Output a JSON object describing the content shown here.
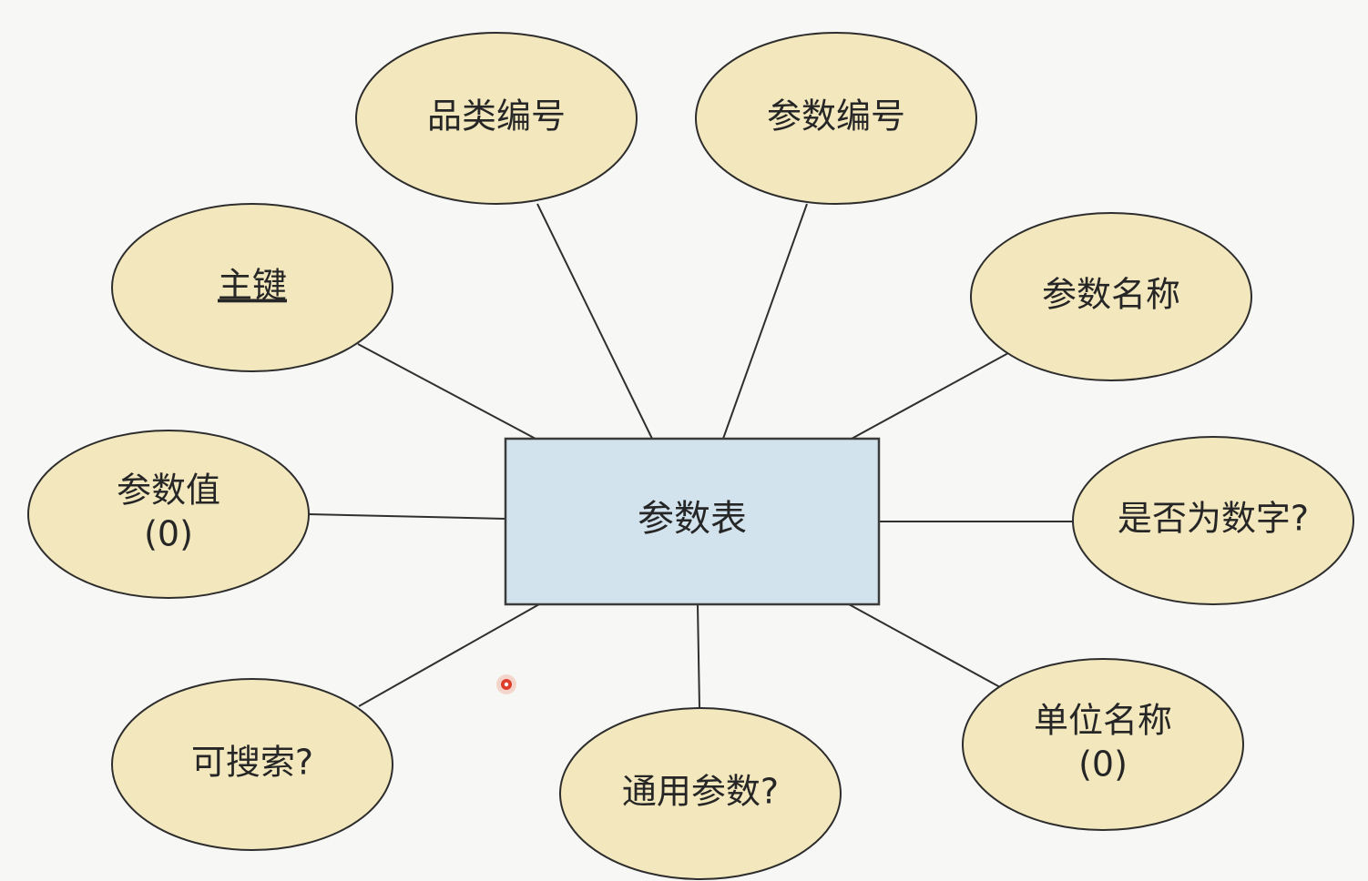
{
  "diagram": {
    "entity": {
      "label": "参数表"
    },
    "attributes": [
      {
        "id": "category-id",
        "lines": [
          "品类编号"
        ],
        "is_key": false
      },
      {
        "id": "param-id",
        "lines": [
          "参数编号"
        ],
        "is_key": false
      },
      {
        "id": "primary-key",
        "lines": [
          "主键"
        ],
        "is_key": true
      },
      {
        "id": "param-name",
        "lines": [
          "参数名称"
        ],
        "is_key": false
      },
      {
        "id": "param-value",
        "lines": [
          "参数值",
          "(0)"
        ],
        "is_key": false
      },
      {
        "id": "is-numeric",
        "lines": [
          "是否为数字?"
        ],
        "is_key": false
      },
      {
        "id": "searchable",
        "lines": [
          "可搜索?"
        ],
        "is_key": false
      },
      {
        "id": "generic-param",
        "lines": [
          "通用参数?"
        ],
        "is_key": false
      },
      {
        "id": "unit-name",
        "lines": [
          "单位名称",
          "(0)"
        ],
        "is_key": false
      }
    ]
  },
  "colors": {
    "entity_fill": "#d2e3ed",
    "attribute_fill": "#f3e8bd",
    "cursor": "#df3d2c"
  }
}
